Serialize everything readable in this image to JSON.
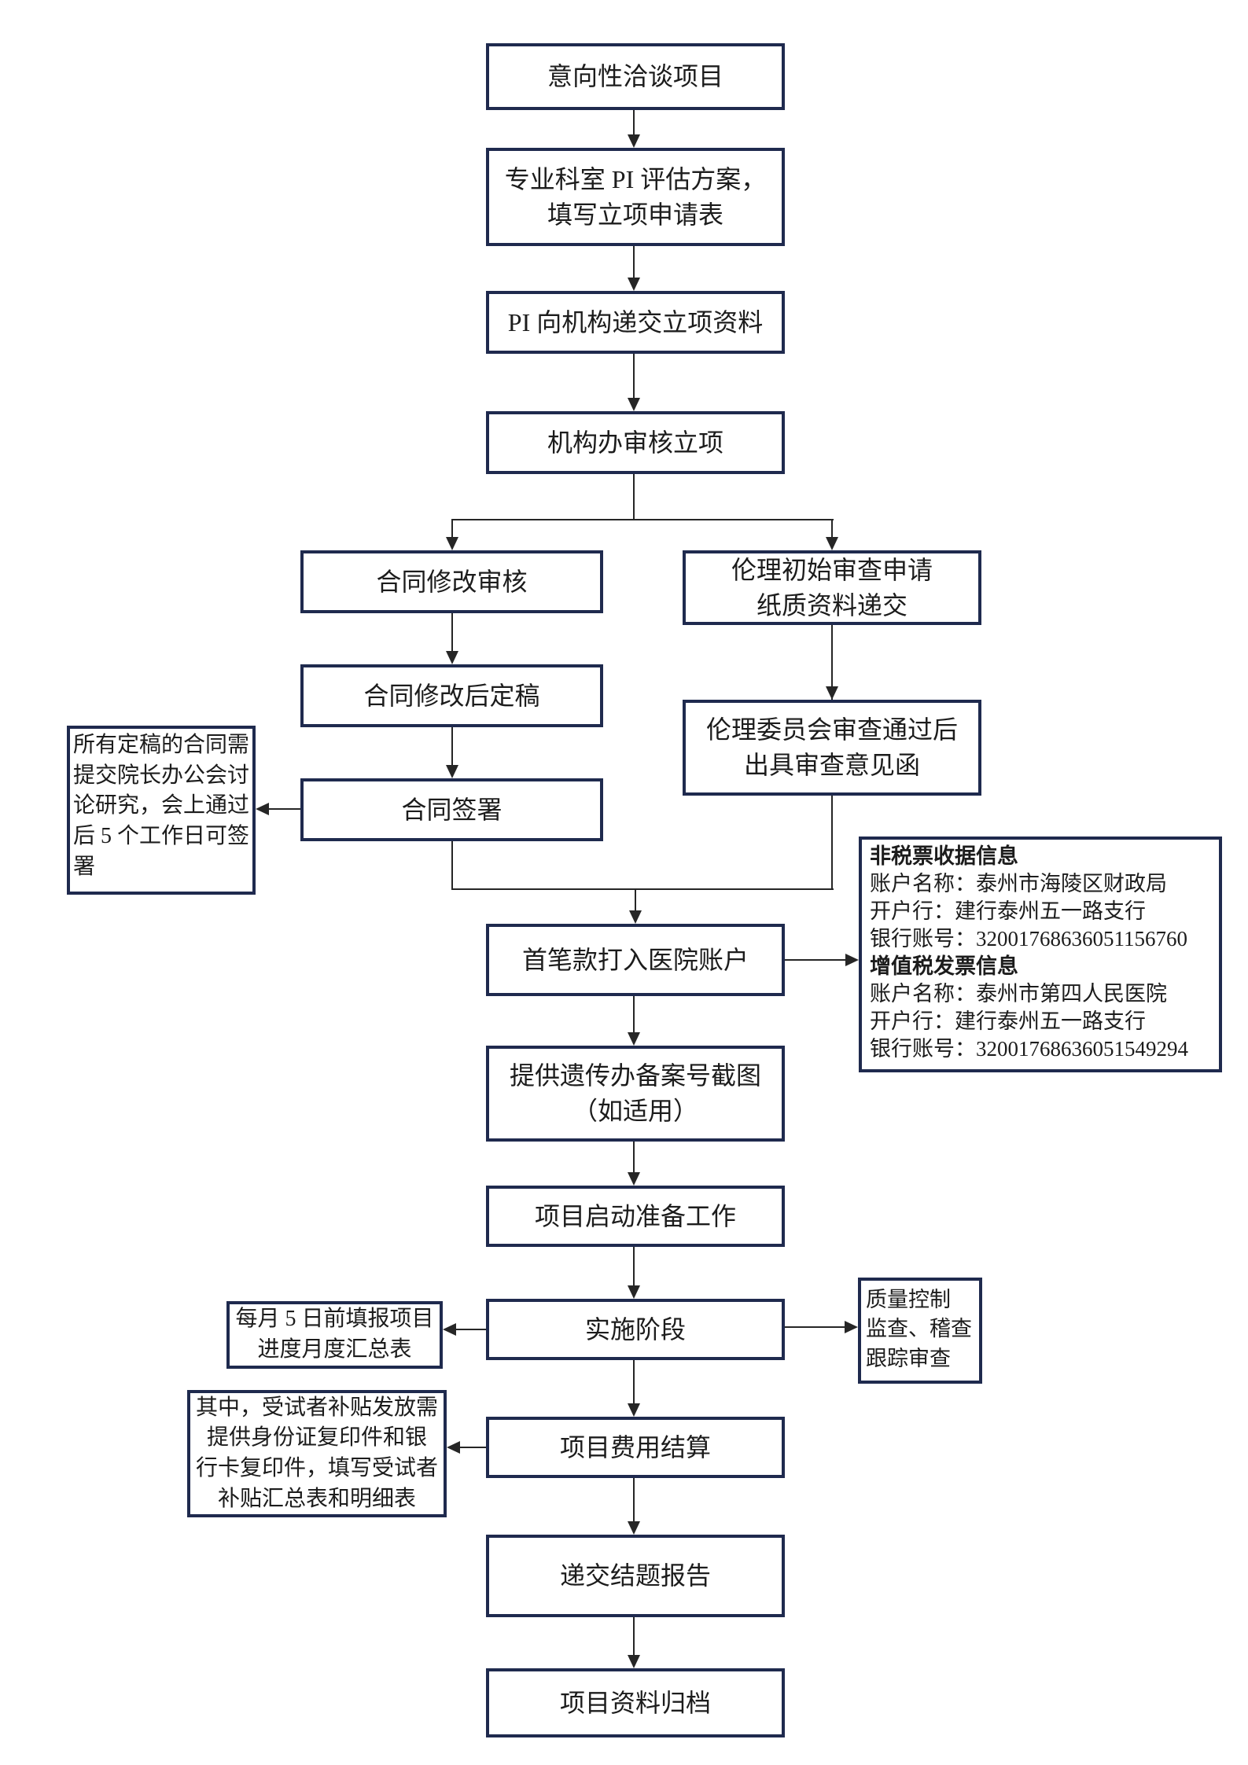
{
  "colors": {
    "box_border": "#1f2a4e",
    "text": "#1c1c1c",
    "arrow": "#262626",
    "background": "#ffffff"
  },
  "nodes": {
    "start": "意向性洽谈项目",
    "pi_eval": "专业科室 PI 评估方案，\n填写立项申请表",
    "pi_submit": "PI 向机构递交立项资料",
    "office_review": "机构办审核立项",
    "contract_review": "合同修改审核",
    "contract_final": "合同修改后定稿",
    "contract_sign": "合同签署",
    "ethics_submit": "伦理初始审查申请\n纸质资料递交",
    "ethics_approve": "伦理委员会审查通过后\n出具审查意见函",
    "first_payment": "首笔款打入医院账户",
    "genetic_filing": "提供遗传办备案号截图\n（如适用）",
    "kickoff": "项目启动准备工作",
    "implementation": "实施阶段",
    "settlement": "项目费用结算",
    "final_report": "递交结题报告",
    "archive": "项目资料归档"
  },
  "notes": {
    "contract_sign_note": "所有定稿的合同需\n提交院长办公会讨\n论研究，会上通过\n后 5 个工作日可签\n署",
    "monthly_report_note": "每月 5 日前填报项目\n进度月度汇总表",
    "quality_control_note": "质量控制\n监查、稽查\n跟踪审查",
    "subsidy_note": "其中，受试者补贴发放需\n提供身份证复印件和银\n行卡复印件，填写受试者\n补贴汇总表和明细表"
  },
  "bank_info": {
    "non_tax_title": "非税票收据信息",
    "non_tax_account_name": "账户名称：泰州市海陵区财政局",
    "non_tax_bank": "开户行：建行泰州五一路支行",
    "non_tax_account_no": "银行账号：32001768636051156760",
    "vat_title": "增值税发票信息",
    "vat_account_name": "账户名称：泰州市第四人民医院",
    "vat_bank": "开户行：建行泰州五一路支行",
    "vat_account_no": "银行账号：32001768636051549294"
  }
}
